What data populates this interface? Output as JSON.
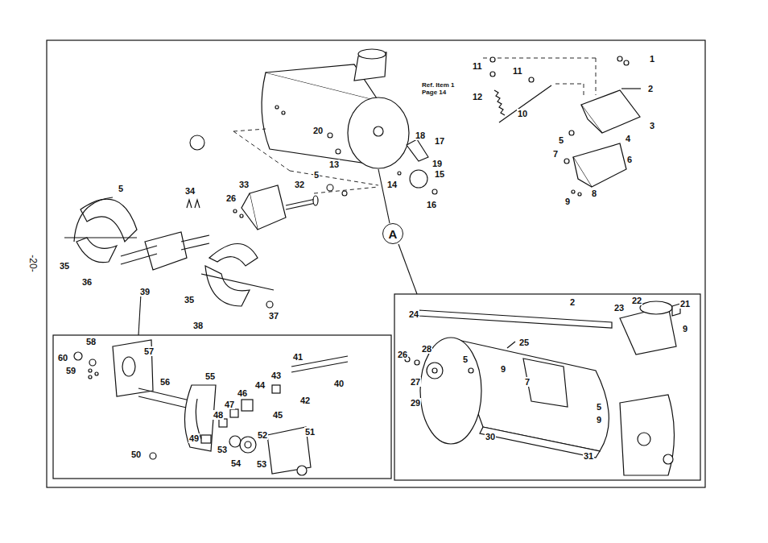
{
  "diagram": {
    "nodes": [
      {
        "text": [
          "A"
        ]
      }
    ],
    "edges": [],
    "labels": [
      "11",
      "11",
      "1",
      "2",
      "Ref. Item 1 Page 14",
      "12",
      "10",
      "3",
      "5",
      "4",
      "7",
      "6",
      "8",
      "9",
      "18",
      "17",
      "20",
      "19",
      "13",
      "15",
      "14",
      "16",
      "5",
      "32",
      "33",
      "34",
      "26",
      "5",
      "35",
      "36",
      "39",
      "35",
      "37",
      "38",
      "58",
      "57",
      "60",
      "59",
      "56",
      "55",
      "41",
      "43",
      "40",
      "44",
      "46",
      "42",
      "47",
      "45",
      "48",
      "52",
      "51",
      "49",
      "53",
      "54",
      "53",
      "50",
      "2",
      "22",
      "21",
      "23",
      "24",
      "9",
      "25",
      "28",
      "26",
      "5",
      "9",
      "27",
      "7",
      "5",
      "29",
      "9",
      "30",
      "31",
      "-20-"
    ]
  }
}
